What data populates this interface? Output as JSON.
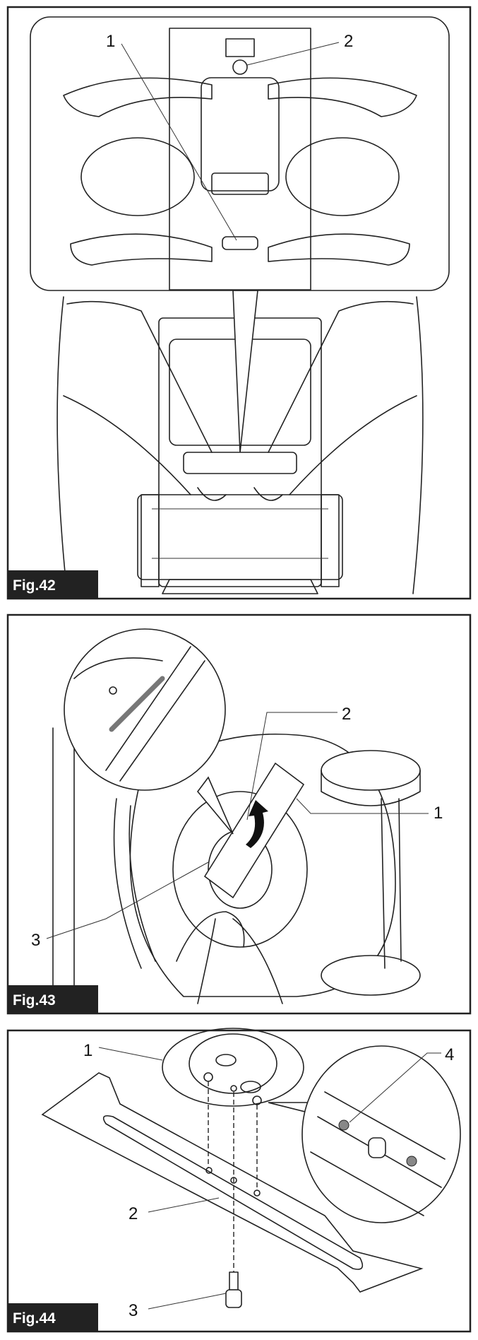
{
  "figures": [
    {
      "label": "Fig.42",
      "callouts": [
        "1",
        "2"
      ]
    },
    {
      "label": "Fig.43",
      "callouts": [
        "2",
        "1",
        "3"
      ]
    },
    {
      "label": "Fig.44",
      "callouts": [
        "1",
        "4",
        "2",
        "3"
      ]
    }
  ]
}
